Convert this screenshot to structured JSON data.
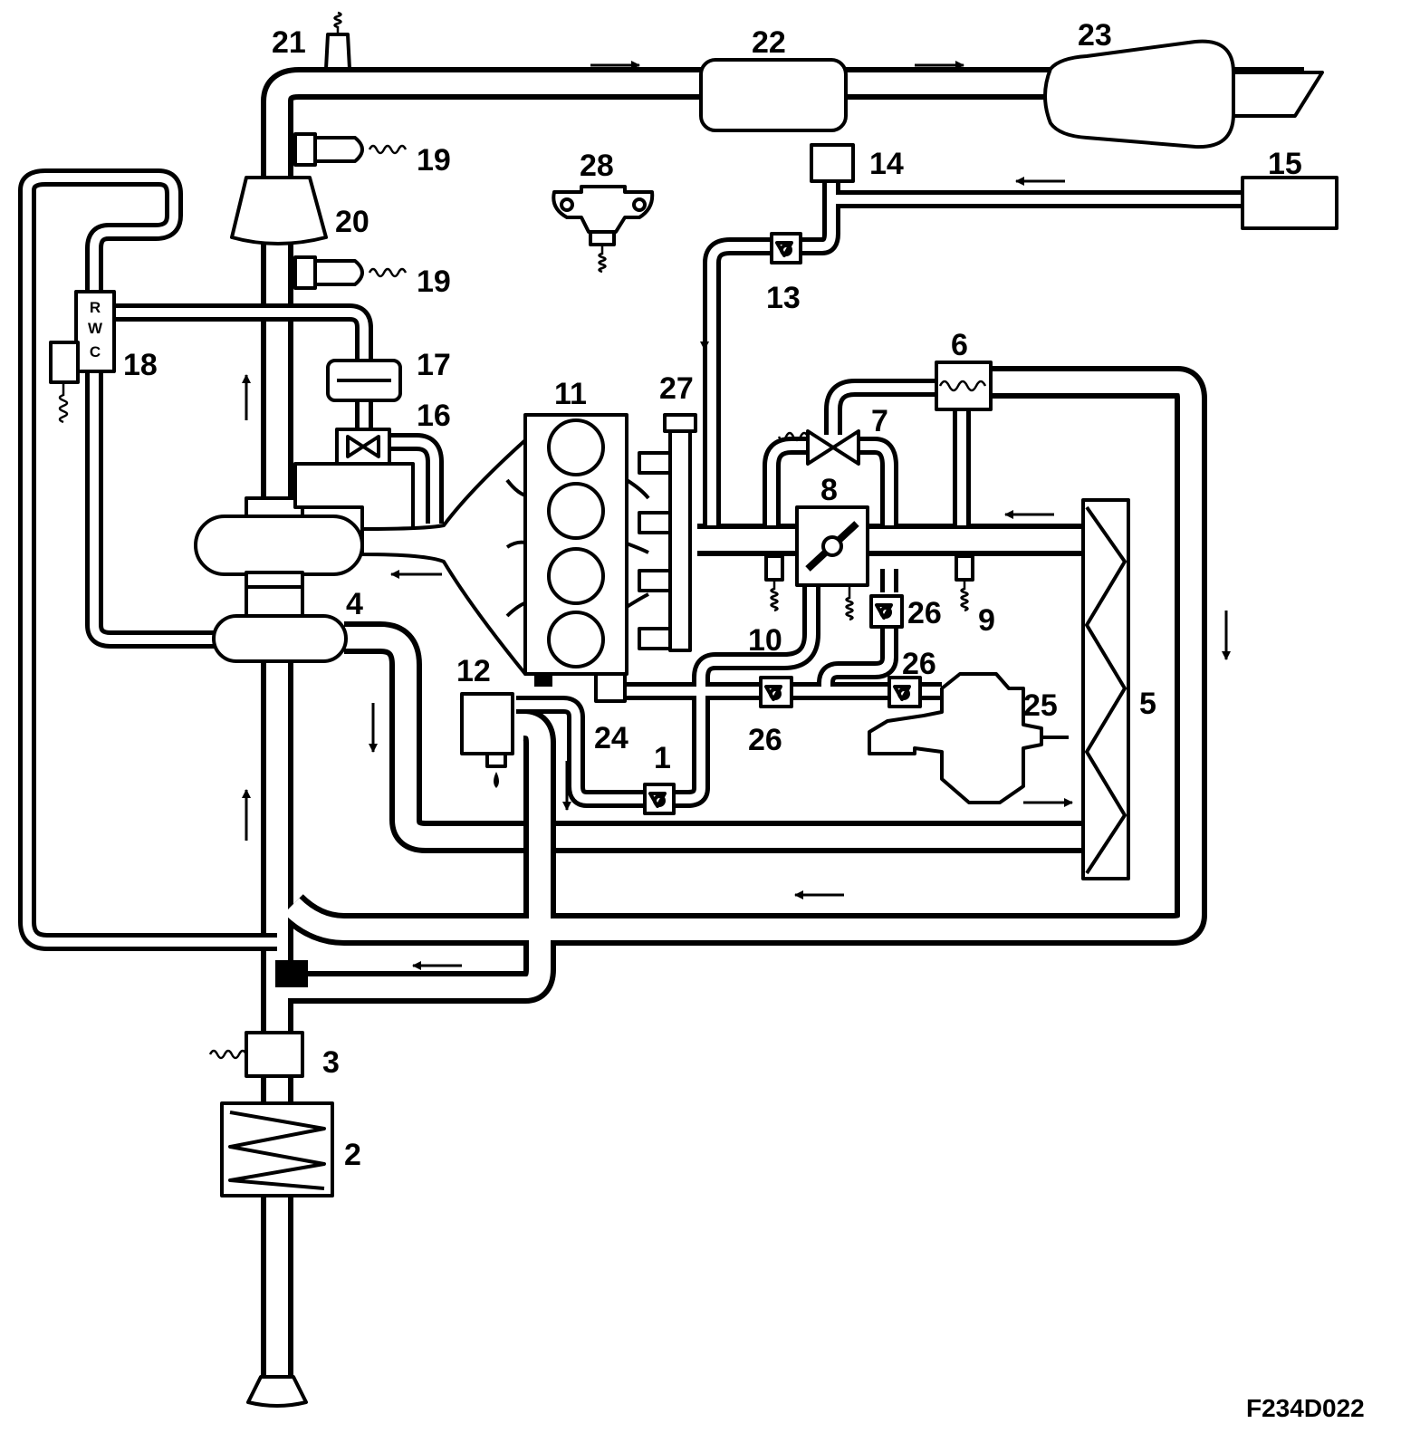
{
  "diagram": {
    "figure_code": "F234D022",
    "valve_18_ports": [
      "R",
      "W",
      "C"
    ],
    "labels": {
      "l1": "1",
      "l2": "2",
      "l3": "3",
      "l4": "4",
      "l5": "5",
      "l6": "6",
      "l7": "7",
      "l8": "8",
      "l9": "9",
      "l10": "10",
      "l11": "11",
      "l12": "12",
      "l13": "13",
      "l14": "14",
      "l15": "15",
      "l16": "16",
      "l17": "17",
      "l18": "18",
      "l19a": "19",
      "l19b": "19",
      "l20": "20",
      "l21": "21",
      "l22": "22",
      "l23": "23",
      "l24": "24",
      "l25": "25",
      "l26a": "26",
      "l26b": "26",
      "l26c": "26",
      "l27": "27",
      "l28": "28"
    }
  }
}
